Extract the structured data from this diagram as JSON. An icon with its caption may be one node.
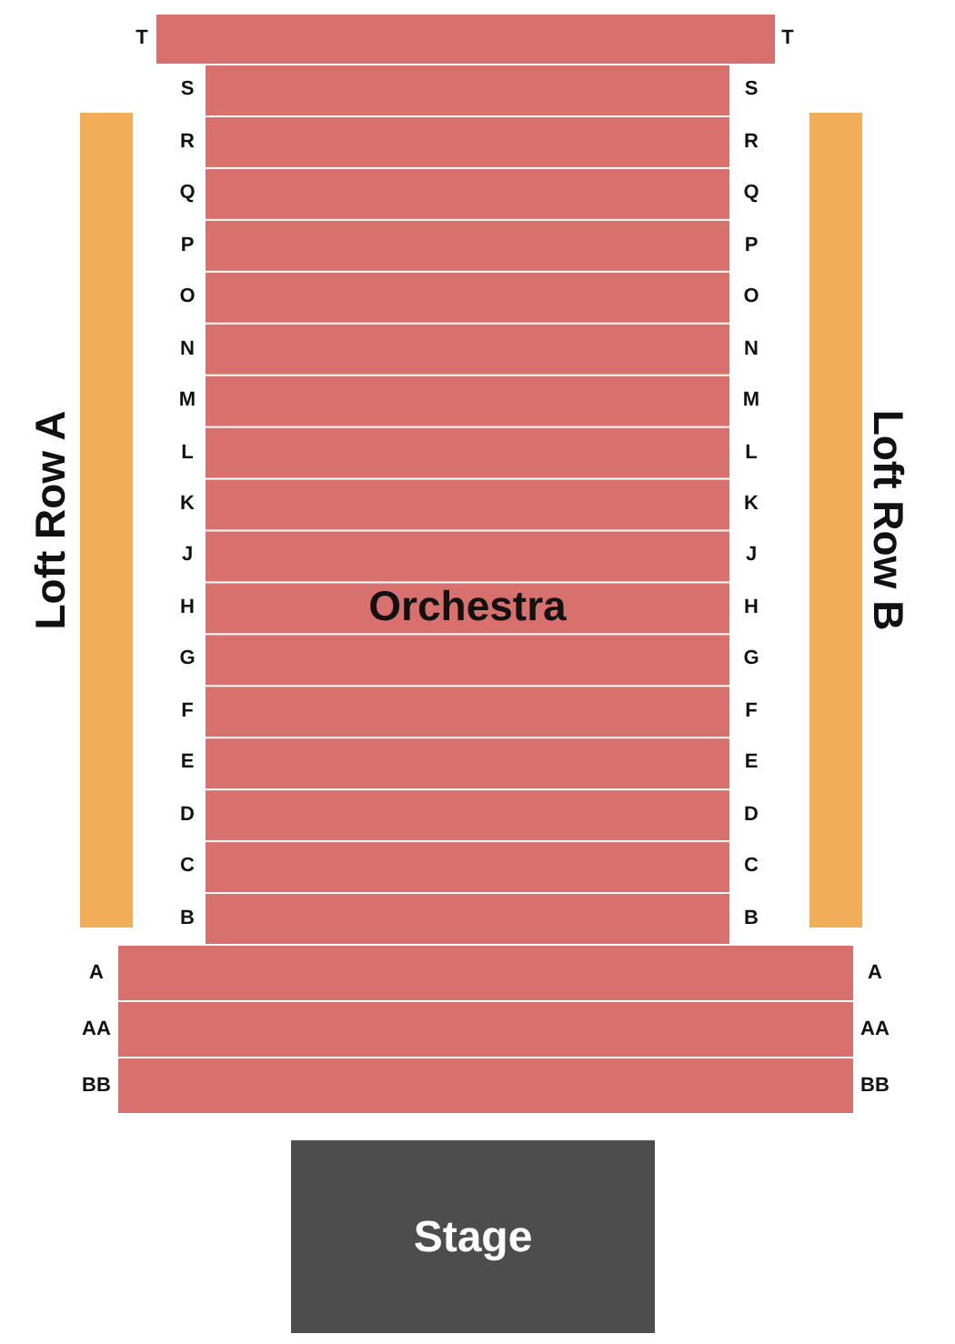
{
  "diagram": {
    "nodes": [
      {
        "text": [
          "Orchestra"
        ]
      },
      {
        "text": [
          "Loft Row A"
        ]
      },
      {
        "text": [
          "Loft Row B"
        ]
      },
      {
        "text": [
          "Stage"
        ]
      }
    ],
    "labels": [
      "T",
      "T",
      "S",
      "S",
      "R",
      "R",
      "Q",
      "Q",
      "P",
      "P",
      "O",
      "O",
      "N",
      "N",
      "M",
      "M",
      "L",
      "L",
      "K",
      "K",
      "J",
      "J",
      "H",
      "H",
      "G",
      "G",
      "F",
      "F",
      "E",
      "E",
      "D",
      "D",
      "C",
      "C",
      "B",
      "B",
      "A",
      "A",
      "AA",
      "AA",
      "BB",
      "BB"
    ]
  }
}
